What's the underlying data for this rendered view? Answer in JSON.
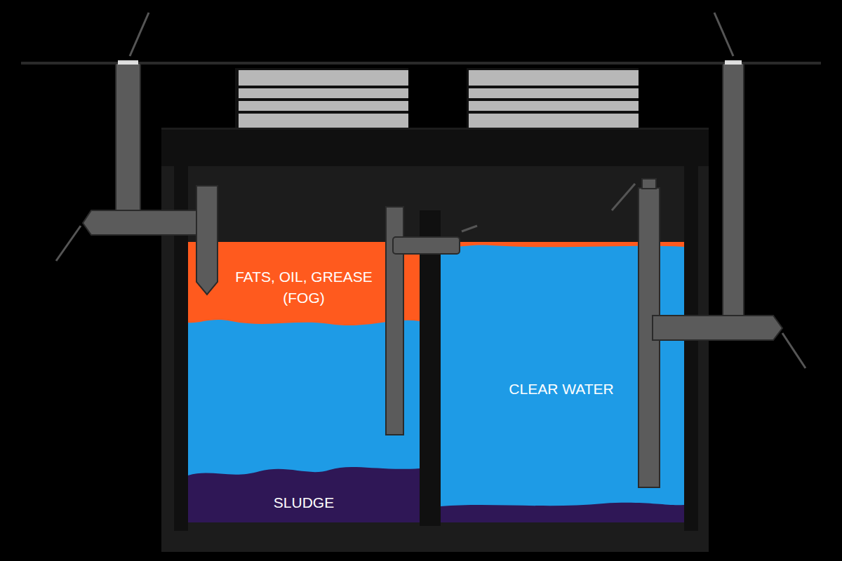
{
  "diagram": {
    "nodes": [
      {
        "text": [
          "FATS, OIL, GREASE (FOG)"
        ]
      },
      {
        "text": [
          "SLUDGE"
        ]
      },
      {
        "text": [
          "CLEAR WATER"
        ]
      }
    ]
  }
}
